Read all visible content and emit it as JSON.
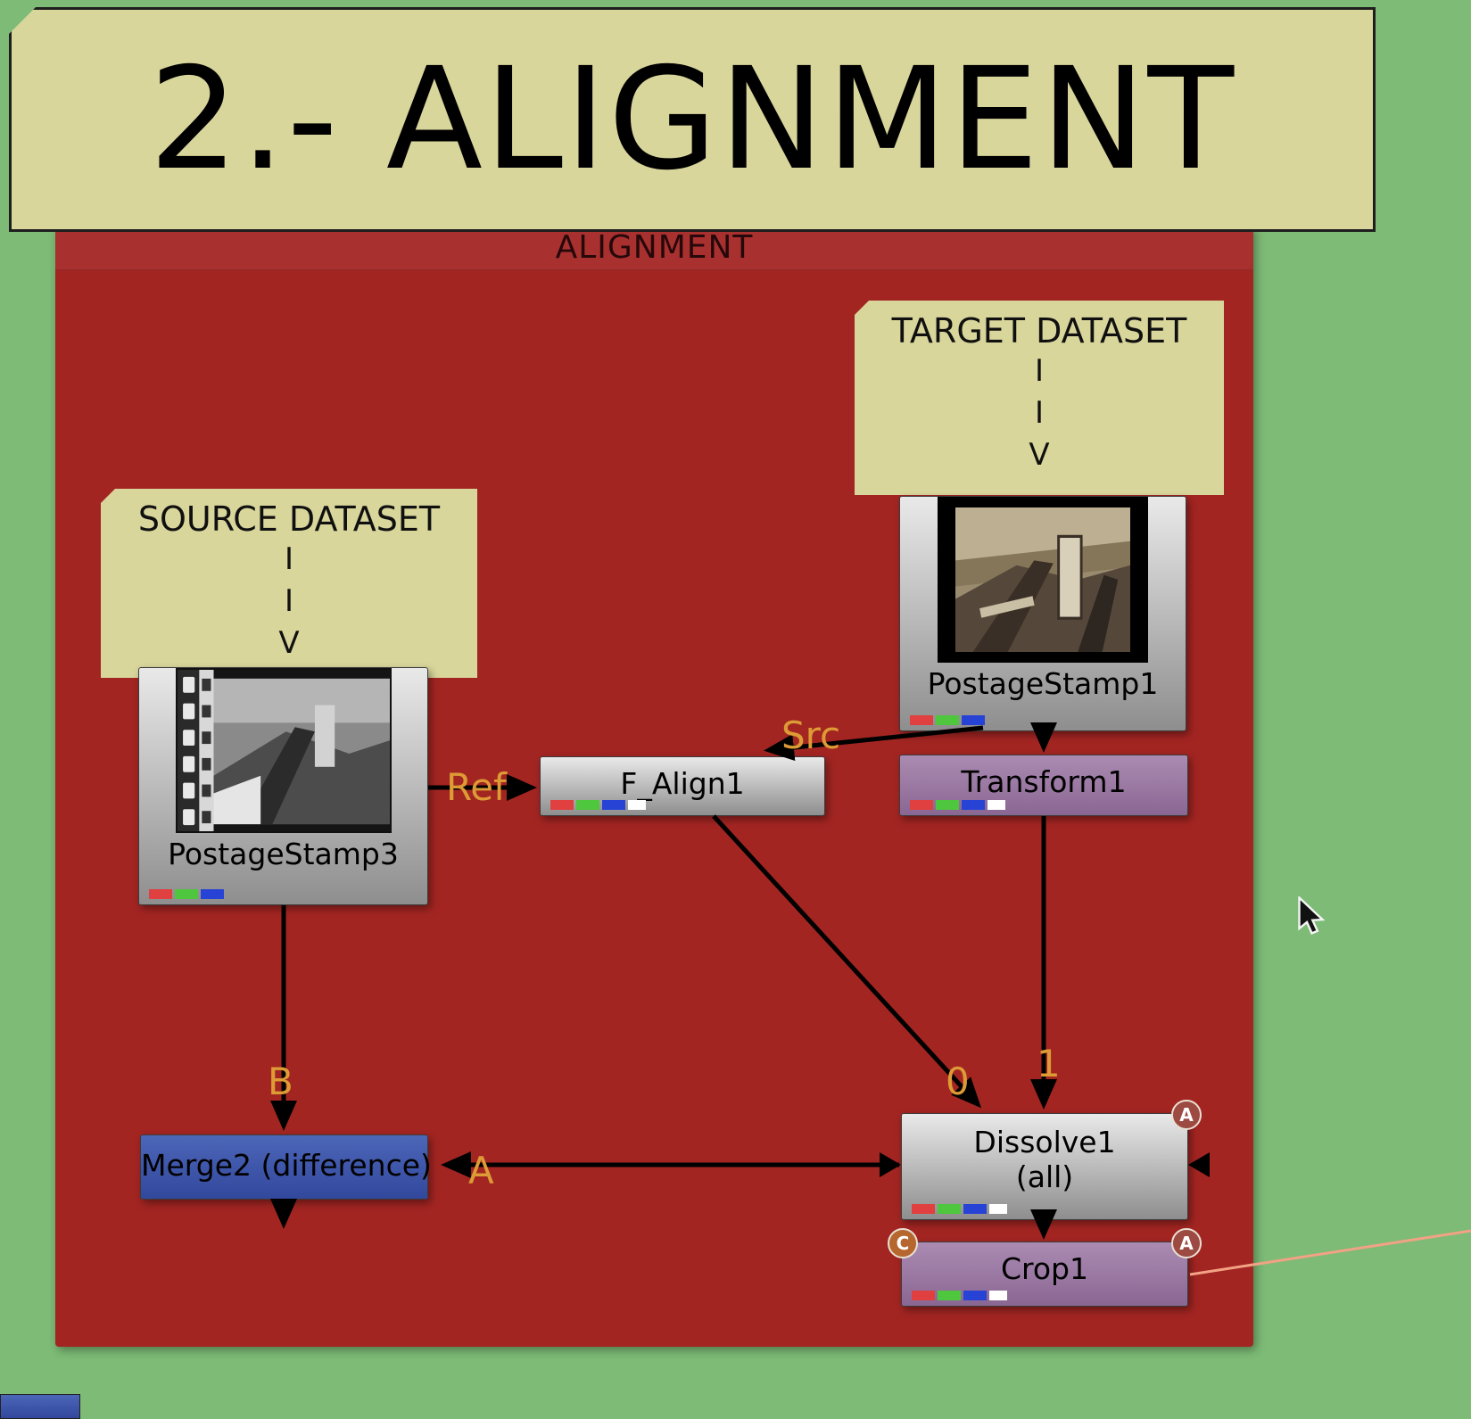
{
  "banner": {
    "text": "2.- ALIGNMENT"
  },
  "backdrop": {
    "title": "ALIGNMENT"
  },
  "notes": {
    "target": {
      "title": "TARGET DATASET",
      "arrow": [
        "I",
        "I",
        "V"
      ]
    },
    "source": {
      "title": "SOURCE DATASET",
      "arrow": [
        "I",
        "I",
        "V"
      ]
    }
  },
  "nodes": {
    "postage1": {
      "label": "PostageStamp1"
    },
    "postage3": {
      "label": "PostageStamp3"
    },
    "falign": {
      "label": "F_Align1"
    },
    "transform": {
      "label": "Transform1"
    },
    "merge": {
      "label": "Merge2 (difference)"
    },
    "dissolve": {
      "label": "Dissolve1",
      "sublabel": "(all)",
      "badge": "A"
    },
    "crop": {
      "label": "Crop1",
      "badge_left": "C",
      "badge_right": "A"
    }
  },
  "edges": {
    "src": "Src",
    "ref": "Ref",
    "in0": "0",
    "in1": "1",
    "b": "B",
    "a": "A"
  },
  "colors": {
    "bg-green": "#7dbb76",
    "backdrop-red": "#a32522",
    "note-khaki": "#d9d69c",
    "node-blue": "#3e57a8",
    "node-purple": "#9d7ba6",
    "label-amber": "#dd9b35",
    "viewer-line": "#f2a285",
    "badge-maroon": "#9c4a42",
    "badge-orange": "#b5672f"
  }
}
